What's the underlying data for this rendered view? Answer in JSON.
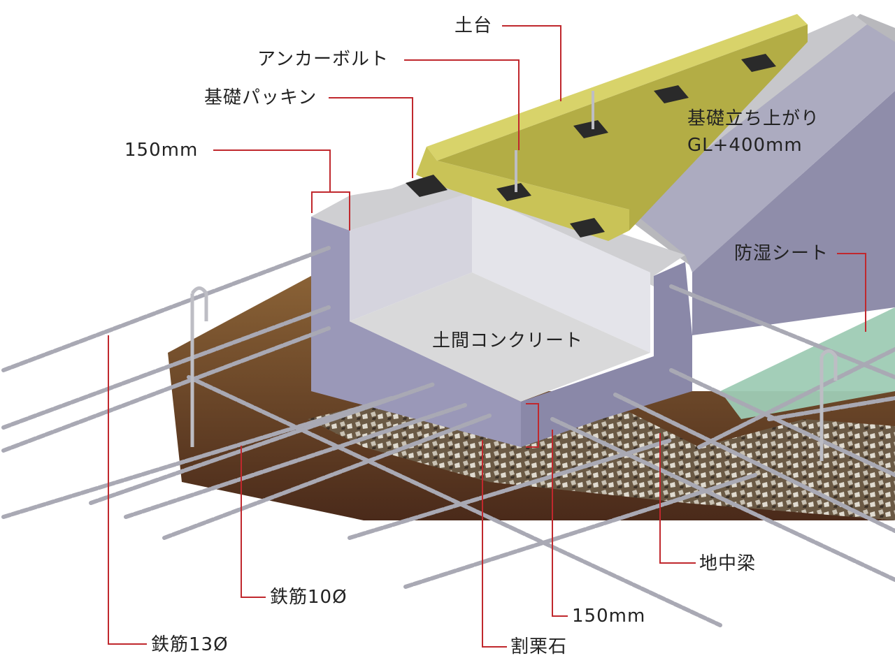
{
  "labels": {
    "dodai": "土台",
    "anchor_bolt": "アンカーボルト",
    "packing": "基礎パッキン",
    "width_top": "150mm",
    "rise_line1": "基礎立ち上がり",
    "rise_line2": "GL+400mm",
    "moisture_sheet": "防湿シート",
    "doma": "土間コンクリート",
    "beam": "地中梁",
    "rebar10": "鉄筋10Ø",
    "rebar13": "鉄筋13Ø",
    "width_bottom": "150mm",
    "gravel": "割栗石"
  },
  "colors": {
    "leader": "#c0282d",
    "concrete_side": "#9a98b8",
    "concrete_top": "#d9d9da",
    "sill": "#c9c357",
    "soil": "#5a3422",
    "rebar": "#a9a9b4",
    "sheet": "#9ecbb4"
  }
}
